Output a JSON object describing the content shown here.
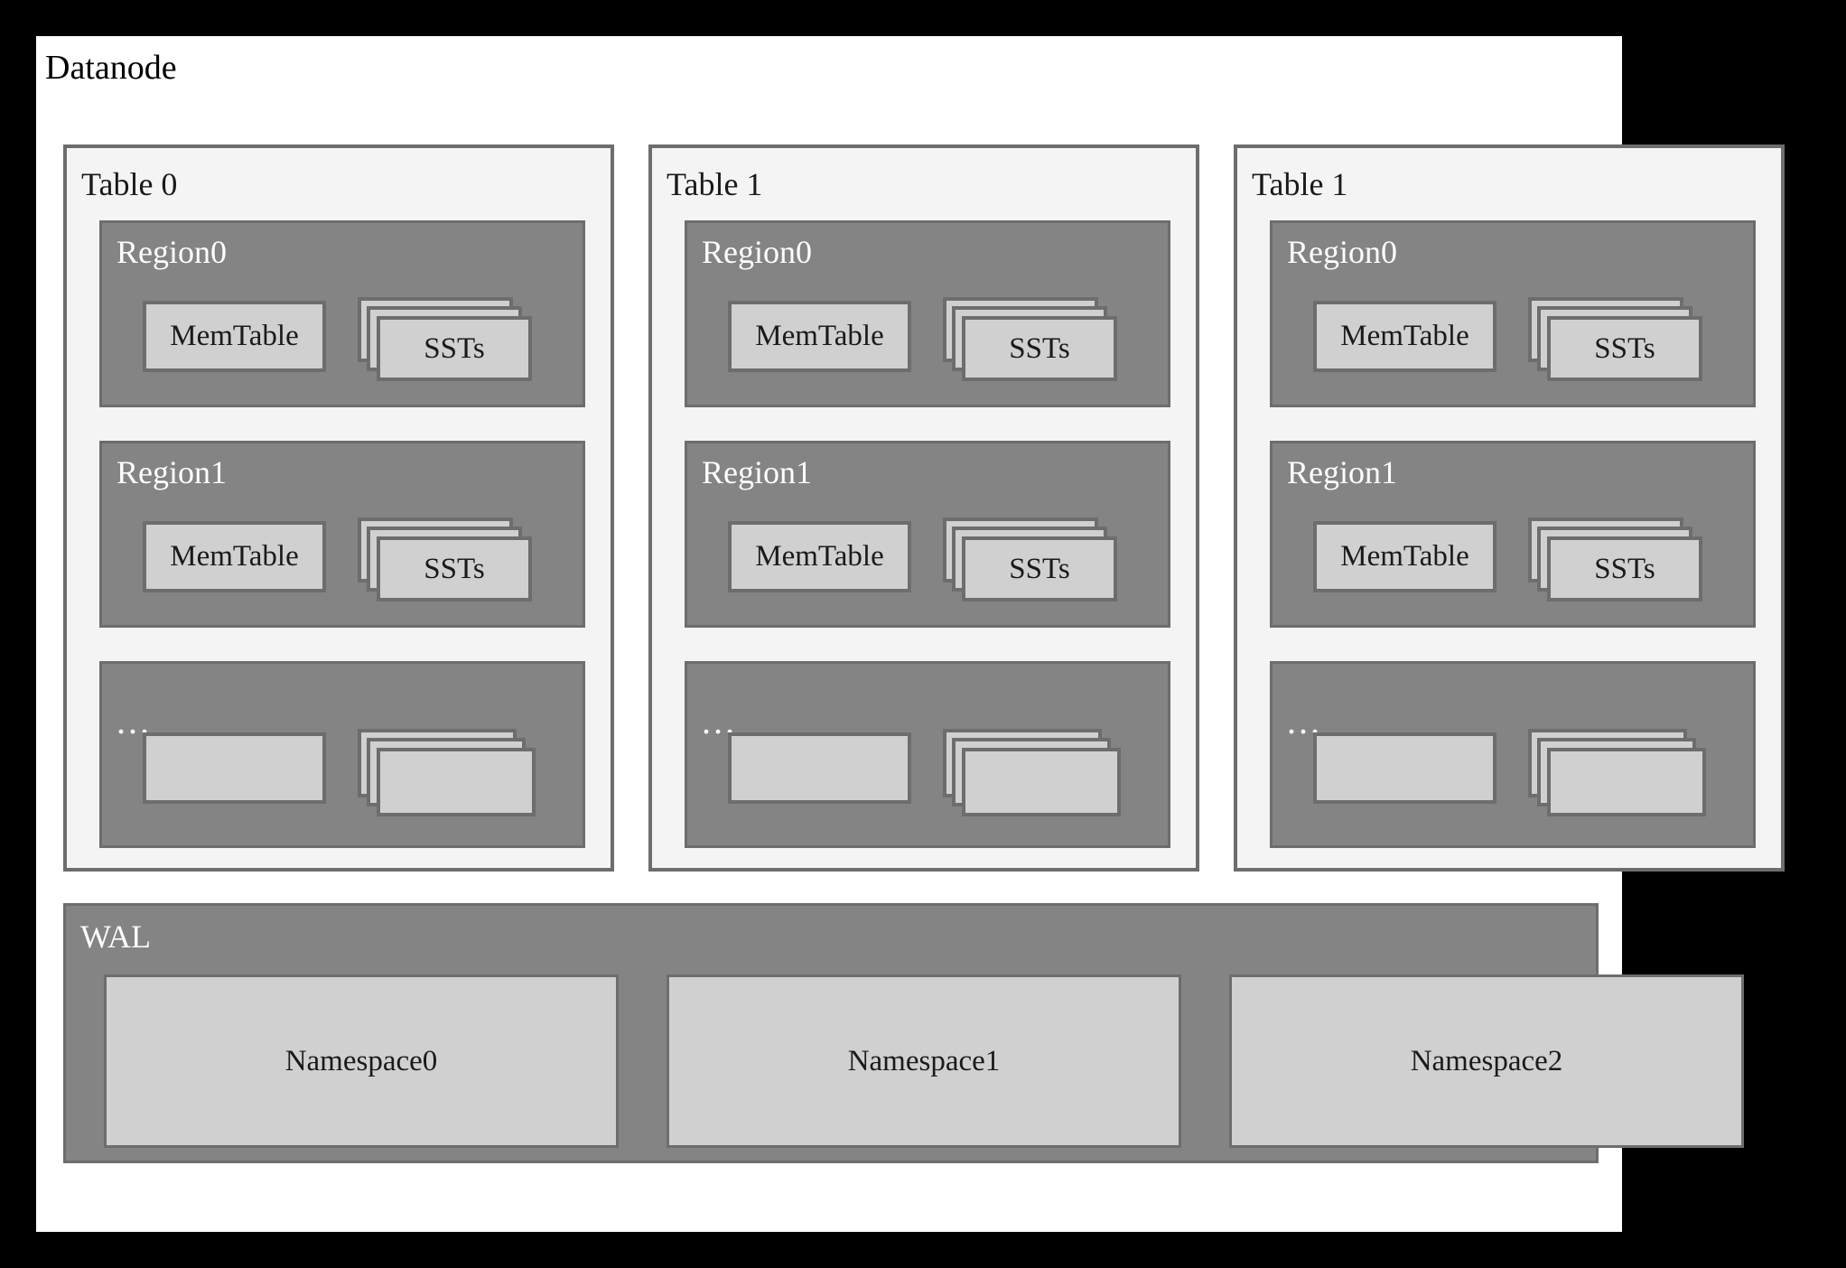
{
  "diagram": {
    "title": "Datanode",
    "frame": {
      "border_color": "#000000",
      "background_color": "#ffffff"
    },
    "colors": {
      "panel_background": "#f4f4f4",
      "panel_border": "#6d6d6d",
      "region_background": "#848484",
      "box_background": "#d0d0d0",
      "box_border": "#6d6d6d",
      "light_text": "#ffffff",
      "dark_text": "#1a1a1a"
    },
    "tables": [
      {
        "label": "Table 0",
        "regions": [
          {
            "label": "Region0",
            "memtable": "MemTable",
            "ssts": "SSTs",
            "sst_sheet_count": 3
          },
          {
            "label": "Region1",
            "memtable": "MemTable",
            "ssts": "SSTs",
            "sst_sheet_count": 3
          },
          {
            "label": "...",
            "memtable": "",
            "ssts": "",
            "sst_sheet_count": 3
          }
        ]
      },
      {
        "label": "Table 1",
        "regions": [
          {
            "label": "Region0",
            "memtable": "MemTable",
            "ssts": "SSTs",
            "sst_sheet_count": 3
          },
          {
            "label": "Region1",
            "memtable": "MemTable",
            "ssts": "SSTs",
            "sst_sheet_count": 3
          },
          {
            "label": "...",
            "memtable": "",
            "ssts": "",
            "sst_sheet_count": 3
          }
        ]
      },
      {
        "label": "Table 1",
        "regions": [
          {
            "label": "Region0",
            "memtable": "MemTable",
            "ssts": "SSTs",
            "sst_sheet_count": 3
          },
          {
            "label": "Region1",
            "memtable": "MemTable",
            "ssts": "SSTs",
            "sst_sheet_count": 3
          },
          {
            "label": "...",
            "memtable": "",
            "ssts": "",
            "sst_sheet_count": 3
          }
        ]
      }
    ],
    "wal": {
      "label": "WAL",
      "namespaces": [
        "Namespace0",
        "Namespace1",
        "Namespace2"
      ]
    }
  }
}
